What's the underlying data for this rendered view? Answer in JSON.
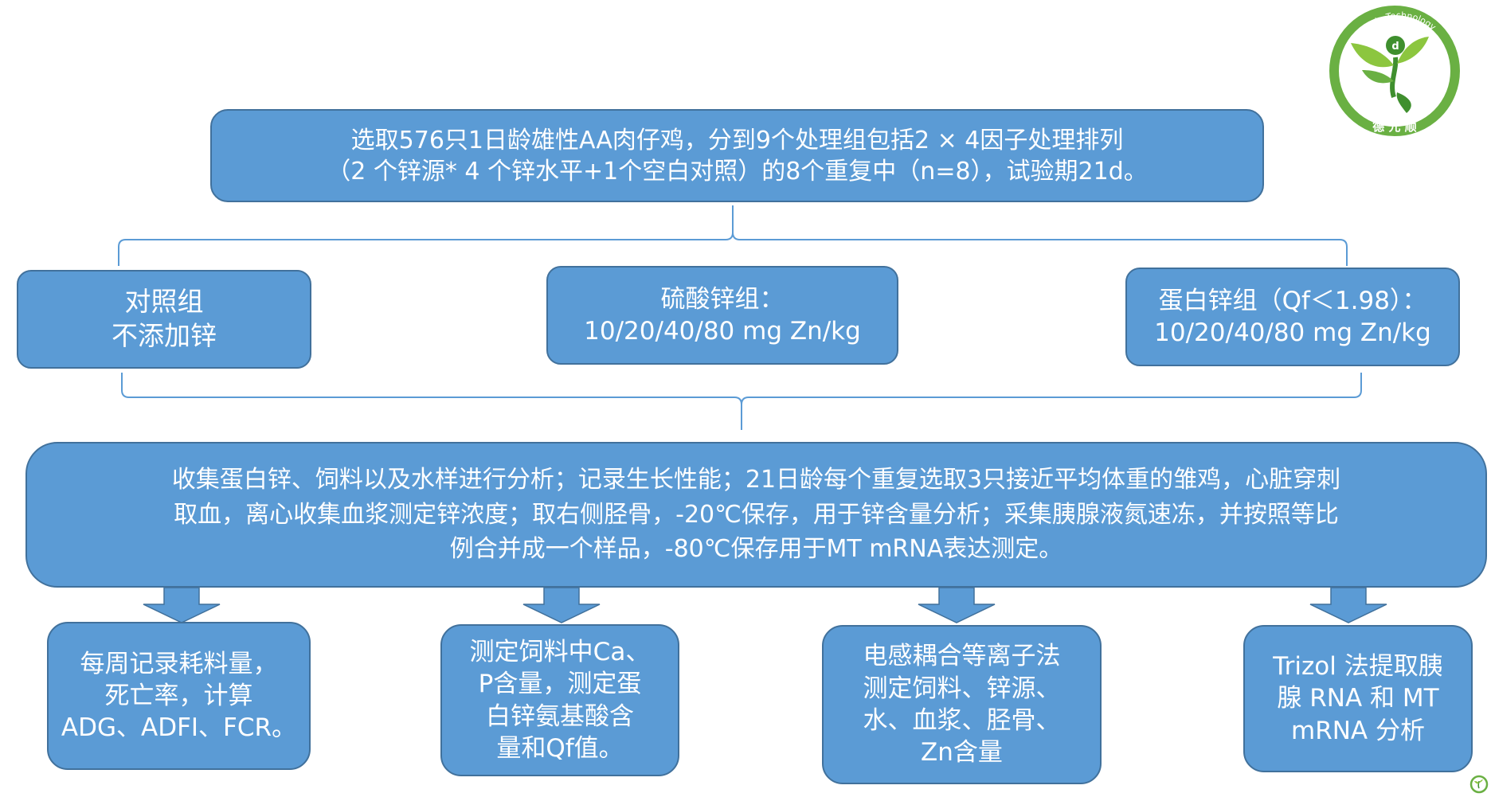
{
  "logo": {
    "arc_text": "Bio-Technology",
    "brand_text": "德 元 顺",
    "colors": {
      "ring": "#6ab043",
      "leaf_light": "#8cc63f",
      "leaf_dark": "#3f8f2e"
    }
  },
  "nodes": {
    "top": {
      "line1": "选取576只1日龄雄性AA肉仔鸡，分到9个处理组包括2 × 4因子处理排列",
      "line2": "（2 个锌源* 4 个锌水平+1个空白对照）的8个重复中（n=8），试验期21d。"
    },
    "control": {
      "line1": "对照组",
      "line2": "不添加锌"
    },
    "znso4": {
      "line1": "硫酸锌组：",
      "line2": "10/20/40/80 mg Zn/kg"
    },
    "protein_zn": {
      "line1": "蛋白锌组（Qf＜1.98）：",
      "line2": "10/20/40/80 mg Zn/kg"
    },
    "analysis": {
      "line1": "收集蛋白锌、饲料以及水样进行分析；记录生长性能；21日龄每个重复选取3只接近平均体重的雏鸡，心脏穿刺",
      "line2": "取血，离心收集血浆测定锌浓度；取右侧胫骨，-20℃保存，用于锌含量分析；采集胰腺液氮速冻，并按照等比",
      "line3": "例合并成一个样品，-80℃保存用于MT mRNA表达测定。"
    },
    "out1": {
      "line1": "每周记录耗料量，",
      "line2": "死亡率，计算",
      "line3": "ADG、ADFI、FCR。"
    },
    "out2": {
      "line1": "测定饲料中Ca、",
      "line2": "P含量，测定蛋",
      "line3": "白锌氨基酸含",
      "line4": "量和Qf值。"
    },
    "out3": {
      "line1": "电感耦合等离子法",
      "line2": "测定饲料、锌源、",
      "line3": "水、血浆、胫骨、",
      "line4": "Zn含量"
    },
    "out4": {
      "line1": "Trizol 法提取胰",
      "line2": "腺 RNA 和 MT",
      "line3": "mRNA 分析"
    }
  },
  "colors": {
    "box_fill": "#5b9bd5",
    "box_border": "#41719c",
    "connector": "#5b9bd5",
    "text": "#ffffff"
  }
}
